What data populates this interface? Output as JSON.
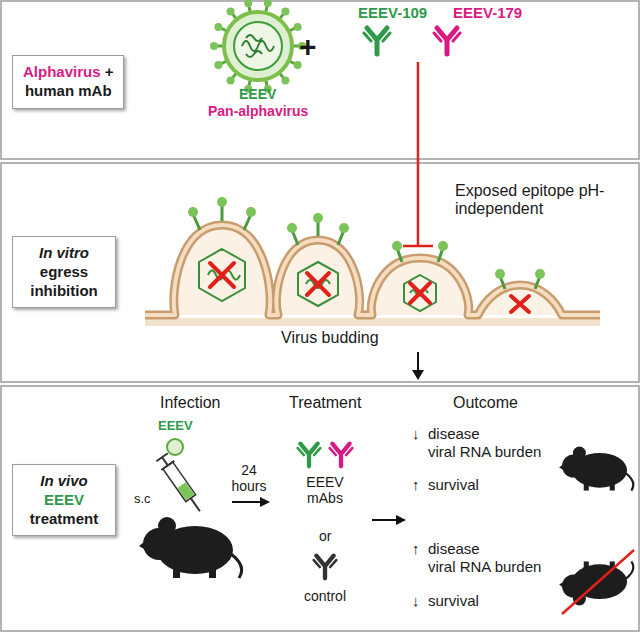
{
  "diagram": {
    "nodes": [
      {
        "text": [
          "Alphavirus",
          "+",
          "human mAb"
        ]
      },
      {
        "text": [
          "In vitro",
          "egress inhibition"
        ]
      },
      {
        "text": [
          "In vivo",
          "EEEV",
          "treatment"
        ]
      }
    ],
    "labels": [
      "EEEV",
      "Pan-alphavirus",
      "+",
      "EEEV-109",
      "EEEV-179",
      "Exposed epitope pH-independent",
      "Virus budding",
      "Infection",
      "Treatment",
      "Outcome",
      "EEEV",
      "s.c",
      "24 hours",
      "EEEV mAbs",
      "or",
      "control",
      "↓",
      "disease",
      "viral RNA burden",
      "↑",
      "survival",
      "↑",
      "disease",
      "viral RNA burden",
      "↓",
      "survival"
    ]
  }
}
